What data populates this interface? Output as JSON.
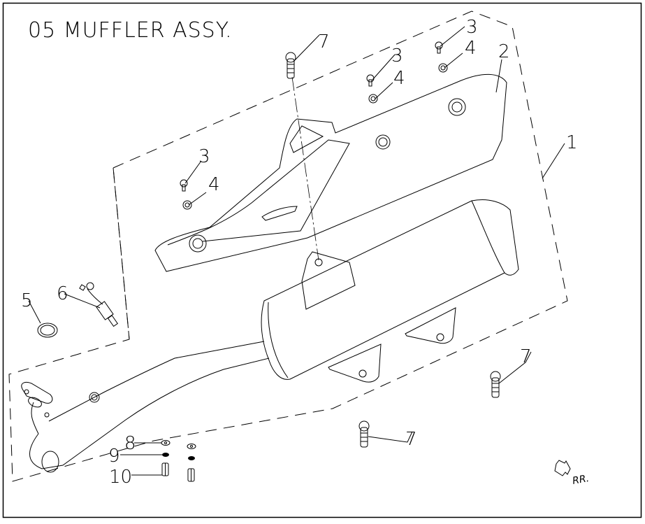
{
  "diagram": {
    "title": "05  MUFFLER ASSY.",
    "direction_label": "RR.",
    "callouts": [
      {
        "id": "callout-1",
        "label": "1",
        "part": "muffler"
      },
      {
        "id": "callout-2",
        "label": "2",
        "part": "heat-shield"
      },
      {
        "id": "callout-3a",
        "label": "3",
        "part": "screw"
      },
      {
        "id": "callout-3b",
        "label": "3",
        "part": "screw"
      },
      {
        "id": "callout-3c",
        "label": "3",
        "part": "screw"
      },
      {
        "id": "callout-4a",
        "label": "4",
        "part": "washer"
      },
      {
        "id": "callout-4b",
        "label": "4",
        "part": "washer"
      },
      {
        "id": "callout-4c",
        "label": "4",
        "part": "washer"
      },
      {
        "id": "callout-5",
        "label": "5",
        "part": "gasket"
      },
      {
        "id": "callout-6",
        "label": "6",
        "part": "oxygen-sensor"
      },
      {
        "id": "callout-7a",
        "label": "7",
        "part": "bolt"
      },
      {
        "id": "callout-7b",
        "label": "7",
        "part": "bolt"
      },
      {
        "id": "callout-7c",
        "label": "7",
        "part": "bolt"
      },
      {
        "id": "callout-8",
        "label": "8",
        "part": "nut"
      },
      {
        "id": "callout-9",
        "label": "9",
        "part": "washer-small"
      },
      {
        "id": "callout-10",
        "label": "10",
        "part": "stud"
      }
    ]
  }
}
